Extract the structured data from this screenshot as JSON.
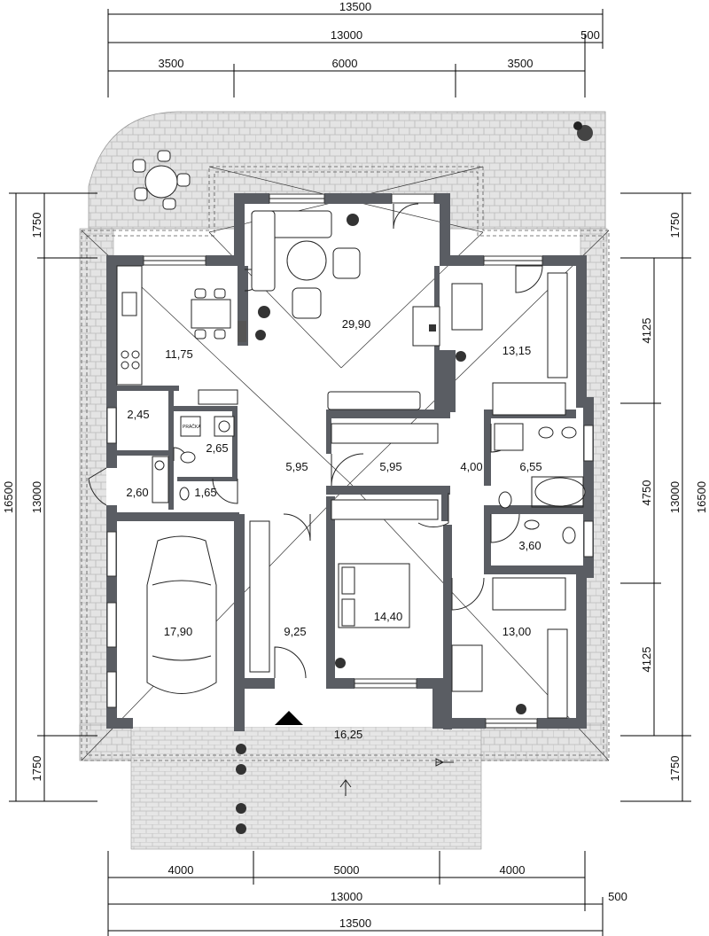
{
  "top_dimensions": {
    "overall_with_overhang": "13500",
    "overall": "13000",
    "overhang": "500",
    "segments": [
      "3500",
      "6000",
      "3500"
    ]
  },
  "bottom_dimensions": {
    "segments": [
      "4000",
      "5000",
      "4000"
    ],
    "overall": "13000",
    "overhang": "500",
    "overall_with_overhang": "13500"
  },
  "left_dimensions": {
    "overall_with_overhang": "16500",
    "overall": "13000",
    "top_overhang": "1750",
    "bottom_overhang": "1750"
  },
  "right_dimensions": {
    "top_overhang": "1750",
    "segments": [
      "4125",
      "4750",
      "4125"
    ],
    "overall": "13000",
    "overall_with_overhang": "16500",
    "bottom_overhang": "1750"
  },
  "rooms": {
    "living": "29,90",
    "kitchen": "11,75",
    "bedroom_ne": "13,15",
    "pantry": "2,45",
    "laundry": "2,65",
    "hall_left": "5,95",
    "hall_right": "5,95",
    "corridor": "4,00",
    "bathroom": "6,55",
    "utility": "2,60",
    "wc": "1,65",
    "toilet_small": "3,60",
    "garage": "17,90",
    "entry_hall": "9,25",
    "bedroom_master": "14,40",
    "bedroom_se": "13,00",
    "terrace": "16,25"
  },
  "appliance_label": "PRÁČKA",
  "colors": {
    "wall": "#5a5d63",
    "paving": "#dcdcdc"
  }
}
